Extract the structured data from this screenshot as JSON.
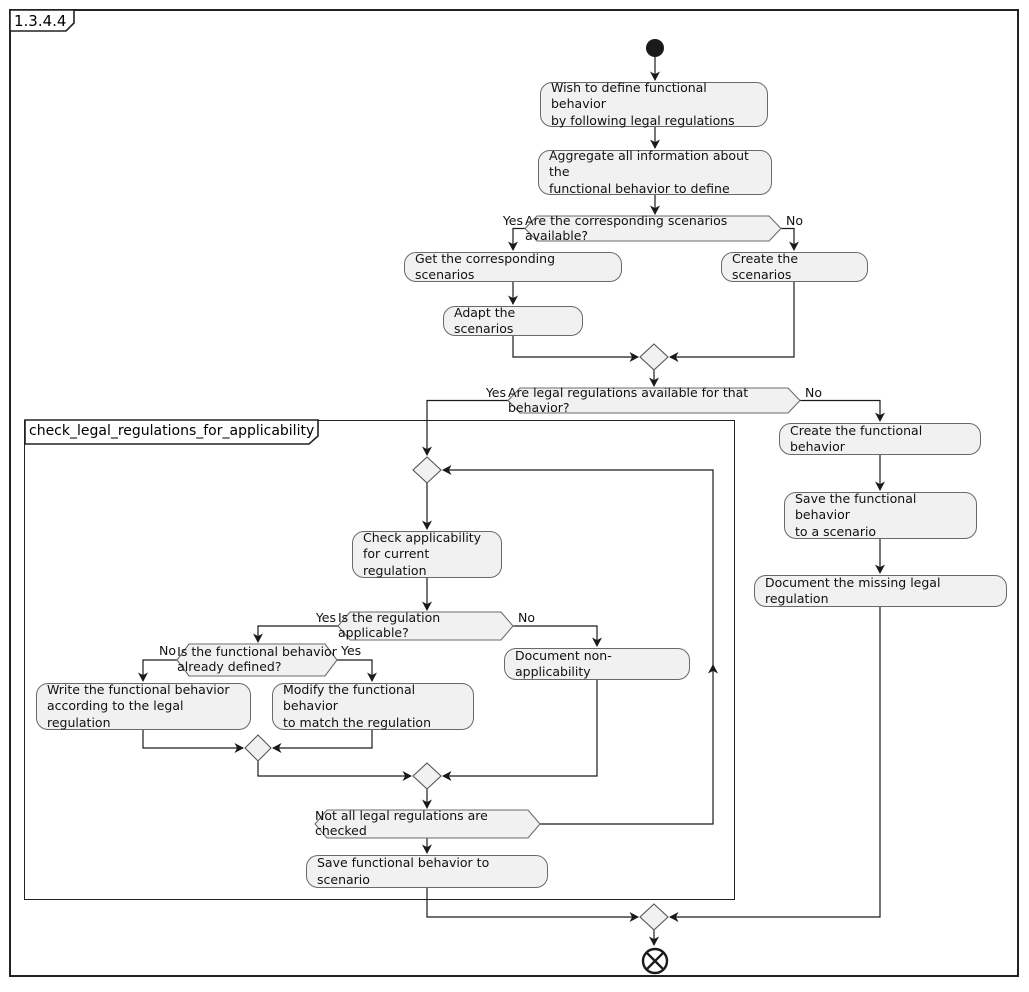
{
  "frame": {
    "title": "1.3.4.4"
  },
  "partition": {
    "title": "check_legal_regulations_for_applicability"
  },
  "branch_labels": {
    "yes": "Yes",
    "no": "No"
  },
  "activities": {
    "wish": "Wish to define functional behavior\nby following legal regulations",
    "aggregate": "Aggregate all information about the\nfunctional behavior to define",
    "get_scenarios": "Get the corresponding scenarios",
    "create_scenarios": "Create the scenarios",
    "adapt_scenarios": "Adapt the scenarios",
    "create_fb": "Create the functional behavior",
    "save_fb_to_scenario": "Save the functional behavior\nto a scenario",
    "document_missing": "Document the missing legal regulation",
    "check_applicability": "Check applicability\nfor current regulation",
    "document_non_applicability": "Document non-applicability",
    "write_fb": "Write the functional behavior\naccording to the legal regulation",
    "modify_fb": "Modify the functional behavior\nto match the regulation",
    "save_fb": "Save functional behavior to scenario"
  },
  "decisions": {
    "scenarios_available": "Are the corresponding scenarios available?",
    "legal_regulations_available": "Are legal regulations available for that behavior?",
    "regulation_applicable": "Is the regulation applicable?",
    "fb_already_defined": "Is the functional behavior\nalready defined?",
    "not_all_checked": "Not all legal regulations are checked"
  },
  "colors": {
    "node_fill": "#f1f1f1",
    "node_border": "#696969",
    "edge_line": "#1a1a1a",
    "frame_border": "#222222",
    "text": "#111111"
  }
}
